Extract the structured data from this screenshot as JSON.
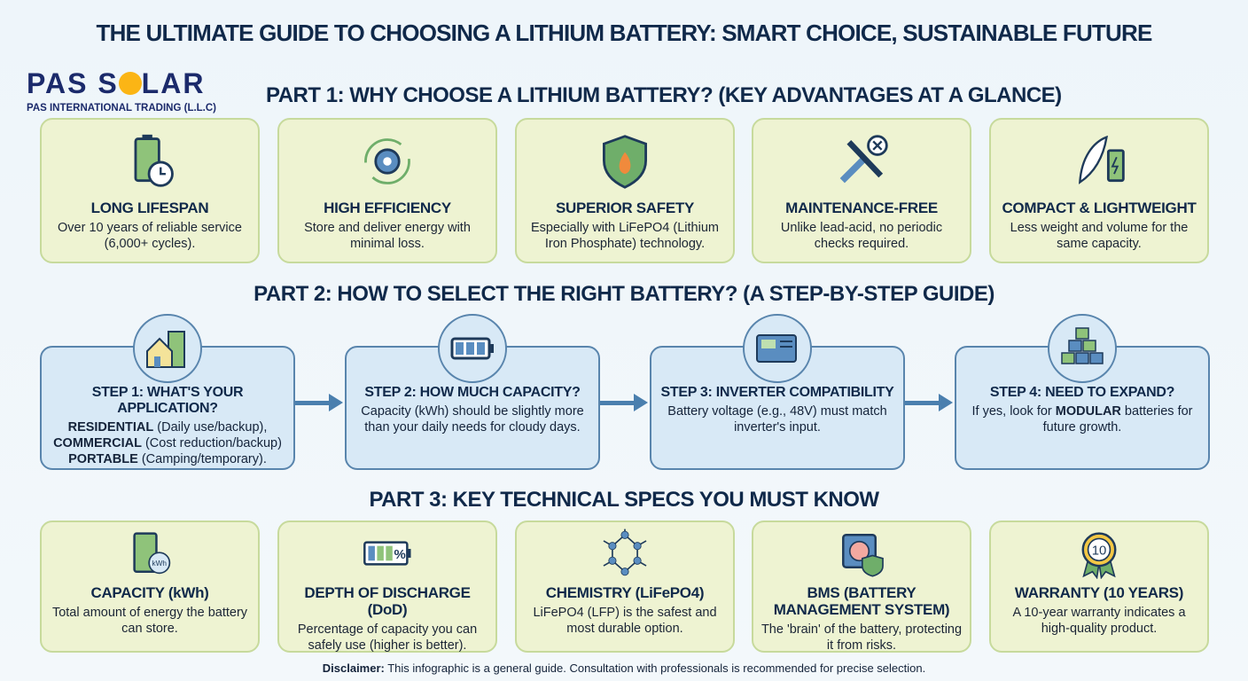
{
  "title": "THE ULTIMATE GUIDE TO CHOOSING A LITHIUM BATTERY: SMART CHOICE, SUSTAINABLE FUTURE",
  "logo": {
    "name_a": "PAS S",
    "name_b": "LAR",
    "subtitle": "PAS INTERNATIONAL TRADING (L.L.C)"
  },
  "part1": {
    "heading": "PART 1: WHY CHOOSE A LITHIUM BATTERY? (KEY ADVANTAGES AT A GLANCE)",
    "cards": [
      {
        "title": "LONG LIFESPAN",
        "desc": "Over 10 years of reliable service (6,000+ cycles).",
        "icon": "battery-clock-icon"
      },
      {
        "title": "HIGH EFFICIENCY",
        "desc": "Store and deliver energy with minimal loss.",
        "icon": "gear-cycle-icon"
      },
      {
        "title": "SUPERIOR SAFETY",
        "desc": "Especially with LiFePO4 (Lithium Iron Phosphate) technology.",
        "icon": "shield-flame-icon"
      },
      {
        "title": "MAINTENANCE-FREE",
        "desc": "Unlike lead-acid, no periodic checks required.",
        "icon": "tools-icon"
      },
      {
        "title": "COMPACT & LIGHTWEIGHT",
        "desc": "Less weight and volume for the same capacity.",
        "icon": "feather-battery-icon"
      }
    ]
  },
  "part2": {
    "heading": "PART 2: HOW TO SELECT THE RIGHT BATTERY? (A STEP-BY-STEP GUIDE)",
    "steps": [
      {
        "title": "STEP 1: WHAT'S YOUR APPLICATION?",
        "l1b": "RESIDENTIAL",
        "l1": " (Daily use/backup),",
        "l2b": "COMMERCIAL",
        "l2": " (Cost reduction/backup)",
        "l3b": "PORTABLE",
        "l3": " (Camping/temporary)."
      },
      {
        "title": "STEP 2: HOW MUCH CAPACITY?",
        "desc": "Capacity (kWh) should be slightly more than your daily needs for cloudy days."
      },
      {
        "title": "STEP 3: INVERTER COMPATIBILITY",
        "desc": "Battery voltage (e.g., 48V) must match inverter's input."
      },
      {
        "title": "STEP 4: NEED TO EXPAND?",
        "pre": "If yes, look for ",
        "bold": "MODULAR",
        "post": " batteries for future growth."
      }
    ]
  },
  "part3": {
    "heading": "PART 3: KEY TECHNICAL SPECS YOU MUST KNOW",
    "cards": [
      {
        "title": "CAPACITY (kWh)",
        "desc": "Total amount of energy the battery can store.",
        "icon_text": "kWh"
      },
      {
        "title": "DEPTH OF DISCHARGE (DoD)",
        "desc": "Percentage of capacity you can safely use (higher is better).",
        "icon_text": "%"
      },
      {
        "title": "CHEMISTRY (LiFePO4)",
        "desc": "LiFePO4 (LFP) is the safest and most durable option."
      },
      {
        "title": "BMS (BATTERY MANAGEMENT SYSTEM)",
        "desc": "The 'brain' of the battery, protecting it from risks."
      },
      {
        "title": "WARRANTY (10 YEARS)",
        "desc": "A 10-year warranty indicates a high-quality product.",
        "icon_text": "10"
      }
    ]
  },
  "disclaimer": {
    "label": "Disclaimer:",
    "text": " This infographic is a general guide. Consultation with professionals is recommended for precise selection."
  }
}
